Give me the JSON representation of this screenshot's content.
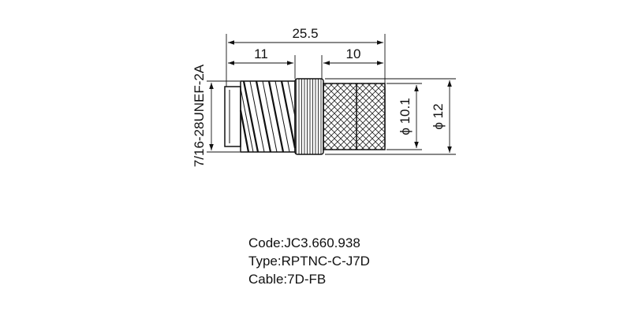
{
  "dimensions": {
    "overall_length": "25.5",
    "thread_length": "11",
    "knurl_length": "10",
    "inner_diameter": "ϕ 10.1",
    "outer_diameter": "ϕ 12",
    "thread_spec": "7/16-28UNEF-2A"
  },
  "info": {
    "code": "Code:JC3.660.938",
    "type": "Type:RPTNC-C-J7D",
    "cable": "Cable:7D-FB"
  }
}
